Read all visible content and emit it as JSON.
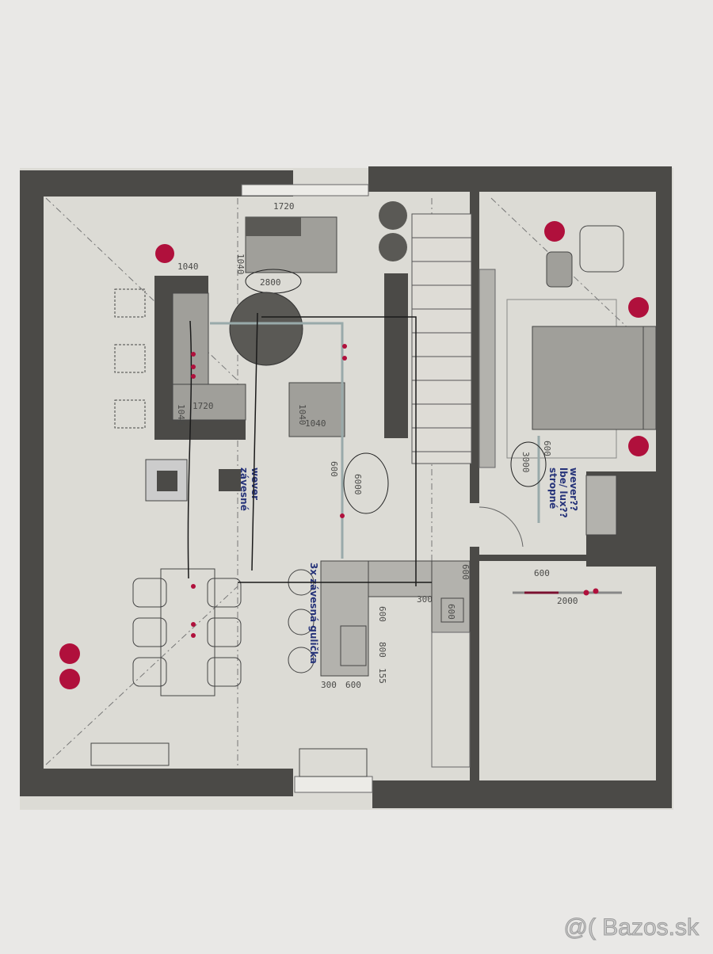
{
  "colors": {
    "paper": "#e9e8e6",
    "plan": "#d9d8d2",
    "wall": "#4b4a47",
    "furniture": "#9c9b96",
    "furniture_dark": "#5a5955",
    "light_point": "#b0103c",
    "handwriting": "#27347a",
    "pen": "#1a1a1a"
  },
  "dimensions": {
    "shelf_width": "1720",
    "shelf_depth": "1040",
    "table_diameter": "2800",
    "sofa_depth": "1040",
    "sofa_width": "1720",
    "sofa_side": "1040",
    "ottoman_side": "1040",
    "ottoman_width": "1040",
    "rail_segment": "600",
    "rail_loop": "6000",
    "bedroom_loop": "3000",
    "bedroom_segment": "600",
    "track_segment": "600",
    "track_length": "2000",
    "kitchen_300_top": "300",
    "kitchen_600_a": "600",
    "kitchen_800": "800",
    "kitchen_155": "155",
    "kitchen_300_bottom": "300",
    "kitchen_600_bottom": "600",
    "sink_600": "600",
    "side_600": "600"
  },
  "annotations": {
    "living_pendant_l1": "wever",
    "living_pendant_l2": "závesné",
    "kitchen_pendant": "3x závesná gulička",
    "bedroom_l1": "wever??",
    "bedroom_l2": "lbe/ lux??",
    "bedroom_l3": "stropné"
  },
  "watermark": "@( Bazos.sk"
}
